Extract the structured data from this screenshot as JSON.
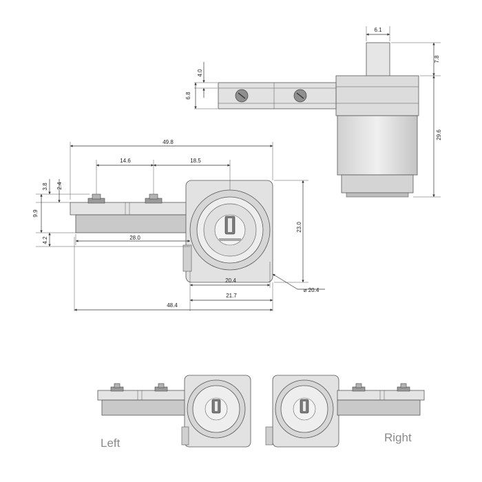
{
  "dimensions": {
    "shaft_width": "6.1",
    "shaft_height": "7.8",
    "side_height": "29.6",
    "flange_thickness": "4.0",
    "bracket_height": "6.8",
    "overall_length": "49.8",
    "hole_spacing": "14.6",
    "hole_to_cylinder": "18.5",
    "height_3_8": "3.8",
    "height_2_4": "2.4",
    "height_9_9": "9.9",
    "height_4_2": "4.2",
    "bracket_length": "28.0",
    "body_height": "23.0",
    "cylinder_width": "20.4",
    "body_width": "21.7",
    "total_length": "48.4",
    "diameter": "⌀ 20.4"
  },
  "captions": {
    "left": "Left",
    "right": "Right"
  },
  "colors": {
    "light_metal": "#e4e4e4",
    "mid_metal": "#c8c8c8",
    "dark_metal": "#9a9a9a",
    "caption": "#8a8a8a"
  }
}
